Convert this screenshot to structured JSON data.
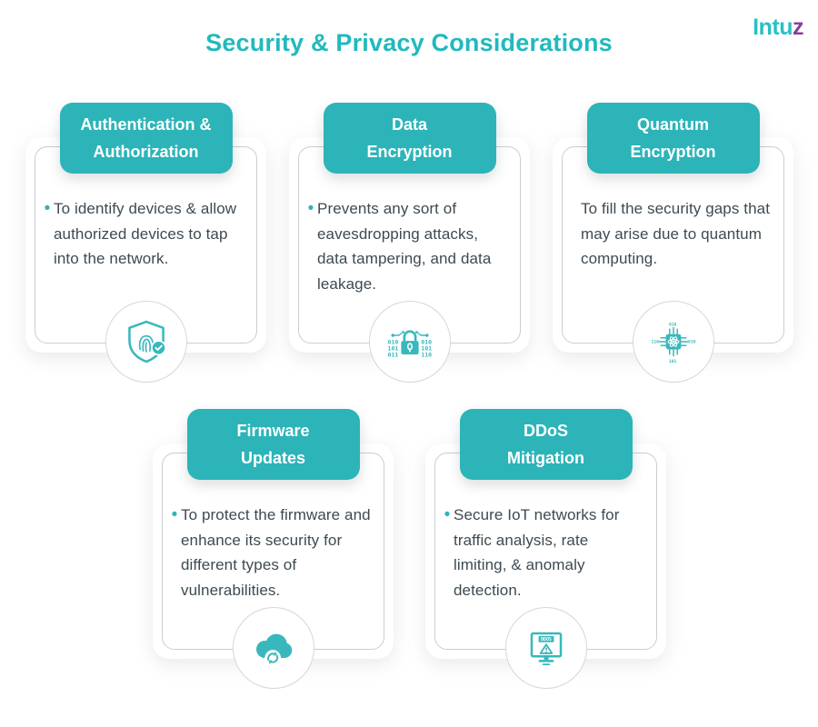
{
  "header": {
    "title": "Security & Privacy Considerations",
    "logo": {
      "main": "Intu",
      "accent": "z"
    }
  },
  "colors": {
    "teal": "#2cb4b9",
    "title_teal": "#20b9be",
    "icon_teal": "#38b8bc",
    "body_text": "#3d4a52",
    "logo_purple": "#8a3d9e"
  },
  "cards": [
    {
      "title_line1": "Authentication &",
      "title_line2": "Authorization",
      "bullet": "•",
      "text": "To identify devices & allow authorized devices to tap into the network.",
      "icon": "shield-fingerprint-check-icon"
    },
    {
      "title_line1": "Data",
      "title_line2": "Encryption",
      "bullet": "•",
      "text": "Prevents any sort of eavesdropping attacks, data tampering, and data leakage.",
      "icon": "padlock-binary-icon"
    },
    {
      "title_line1": "Quantum",
      "title_line2": "Encryption",
      "bullet": "",
      "text": "To fill the security gaps that may arise due to quantum computing.",
      "icon": "quantum-chip-icon"
    },
    {
      "title_line1": "Firmware",
      "title_line2": "Updates",
      "bullet": "•",
      "text": "To protect the firmware and enhance its security for different types of vulnerabilities.",
      "icon": "cloud-sync-icon"
    },
    {
      "title_line1": "DDoS",
      "title_line2": "Mitigation",
      "bullet": "•",
      "text": "Secure IoT networks for traffic analysis, rate limiting, & anomaly detection.",
      "icon": "ddos-monitor-icon"
    }
  ],
  "icons": {
    "ddos_label": "DDOS",
    "binary_left": [
      "010",
      "101",
      "011"
    ],
    "binary_right": [
      "010",
      "101",
      "110"
    ]
  }
}
